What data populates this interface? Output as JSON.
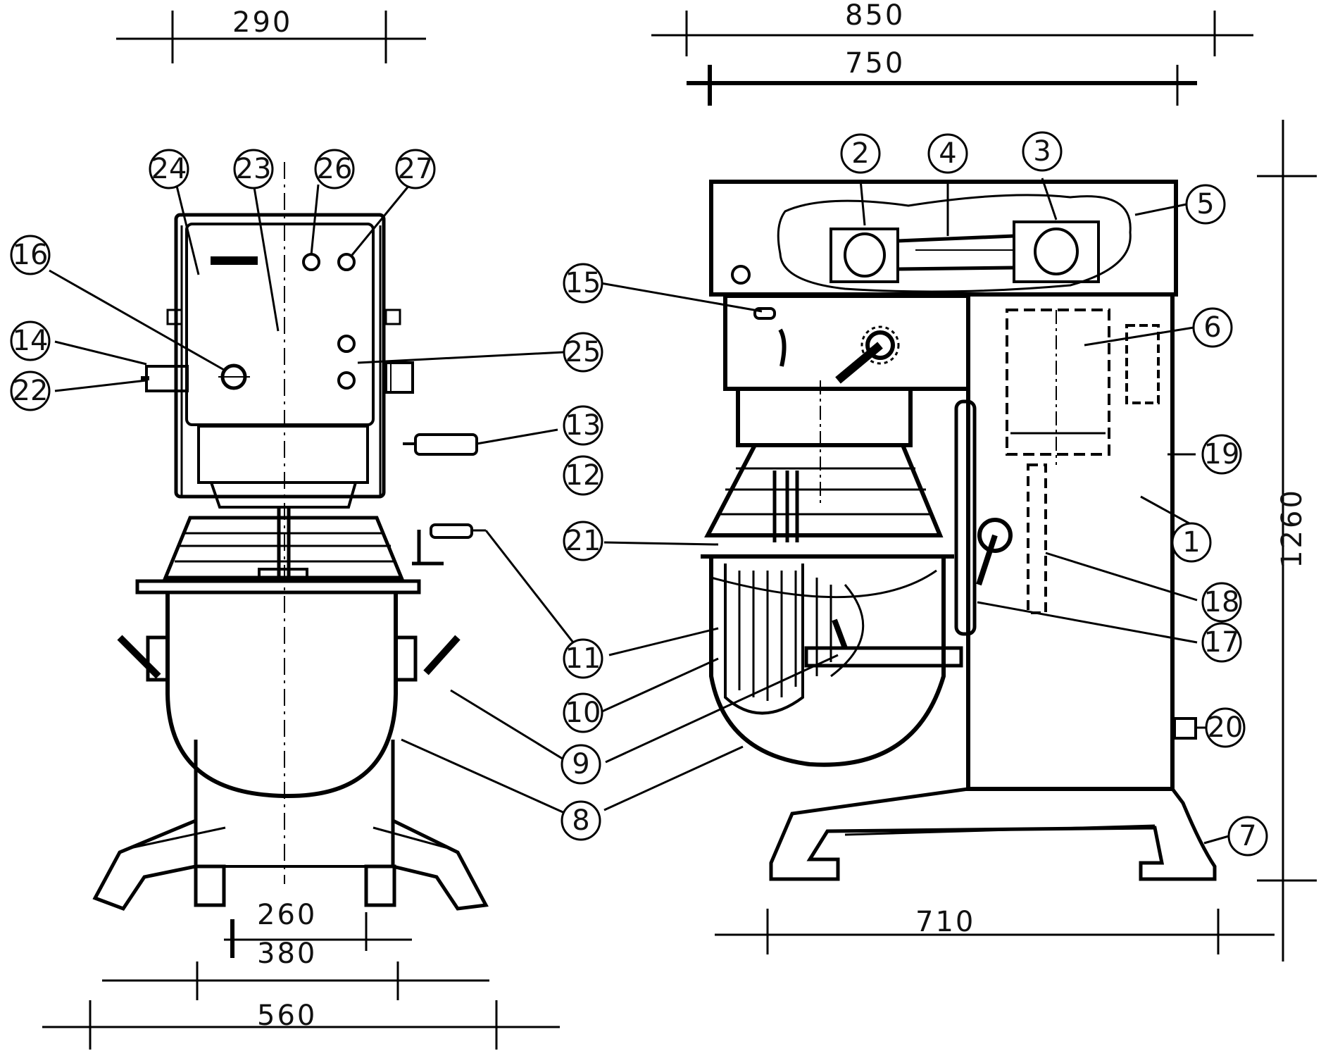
{
  "dimensions": {
    "front_top_width": "290",
    "side_overall_width": "850",
    "side_head_width": "750",
    "side_overall_height": "1260",
    "front_leg_inner": "260",
    "front_leg_outer": "380",
    "front_base_width": "560",
    "side_base_width": "710"
  },
  "part_labels": [
    "1",
    "2",
    "3",
    "4",
    "5",
    "6",
    "7",
    "8",
    "9",
    "10",
    "11",
    "12",
    "13",
    "14",
    "15",
    "16",
    "17",
    "18",
    "19",
    "20",
    "21",
    "22",
    "23",
    "24",
    "25",
    "26",
    "27"
  ],
  "colors": {
    "ink": "#000000",
    "paper": "#ffffff"
  }
}
